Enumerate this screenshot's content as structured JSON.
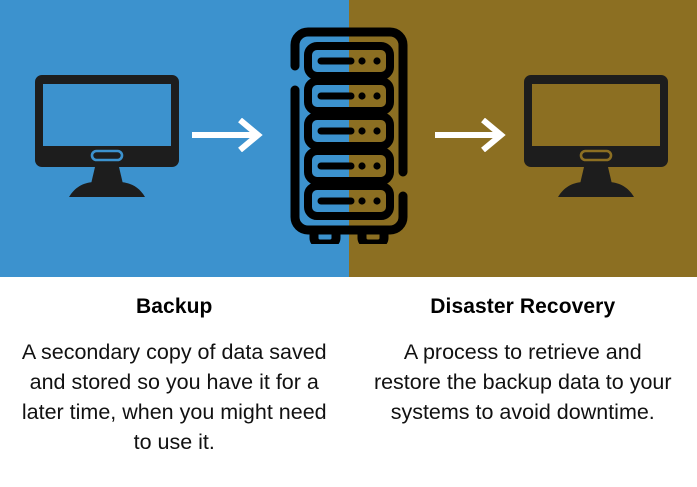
{
  "theme": {
    "left_panel_color": "#3C92CE",
    "right_panel_color": "#8C6F22",
    "icon_color": "#1D1D1D",
    "arrow_color": "#FFFFFF",
    "text_color": "#000000",
    "background_color": "#FFFFFF"
  },
  "illustration": {
    "left_icon_name": "desktop-monitor",
    "center_icon_name": "server-rack",
    "right_icon_name": "desktop-monitor",
    "arrow_1_name": "right-arrow",
    "arrow_2_name": "right-arrow",
    "server_unit_count": 5,
    "server_unit_dots": 2,
    "server_leg_count": 2
  },
  "columns": [
    {
      "id": "backup",
      "title": "Backup",
      "body": "A secondary copy of data saved and stored so you have it for a later time, when you might need to use it."
    },
    {
      "id": "disaster-recovery",
      "title": "Disaster Recovery",
      "body": "A process to retrieve and restore the backup data to your systems to avoid downtime."
    }
  ]
}
